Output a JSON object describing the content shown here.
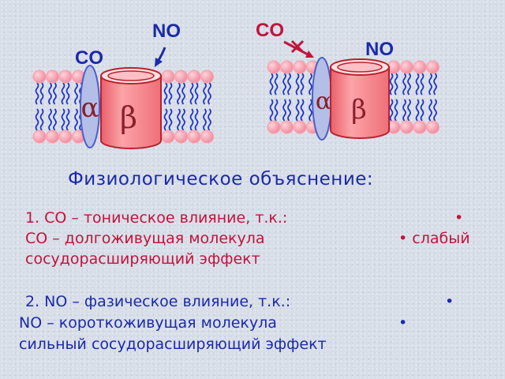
{
  "diagram": {
    "left": {
      "label_co": "CO",
      "label_no": "NO",
      "alpha": "α",
      "beta": "β"
    },
    "right": {
      "label_co": "CO",
      "label_no": "NO",
      "alpha": "α",
      "beta": "β"
    }
  },
  "heading": "Физиологическое объяснение:",
  "section1": {
    "line1": "1. СО – тоническое влияние, т.к.:",
    "line2": "СО – долгоживущая молекула",
    "line3": "сосудорасширяющий эффект",
    "bullet1": "•",
    "bullet2": "• слабый"
  },
  "section2": {
    "line1": "2. NO – фазическое влияние, т.к.:",
    "line2": "NO – короткоживущая молекула",
    "line3": "сильный сосудорасширяющий эффект",
    "bullet1": "•",
    "bullet2": "•"
  },
  "colors": {
    "text_red": "#c0143c",
    "text_blue": "#1b2aa8",
    "lipid_head": "#f7a0ad",
    "tail": "#1f35c9",
    "alpha_fill": "#b4bfe8",
    "beta_fill": "#fa8f95"
  }
}
